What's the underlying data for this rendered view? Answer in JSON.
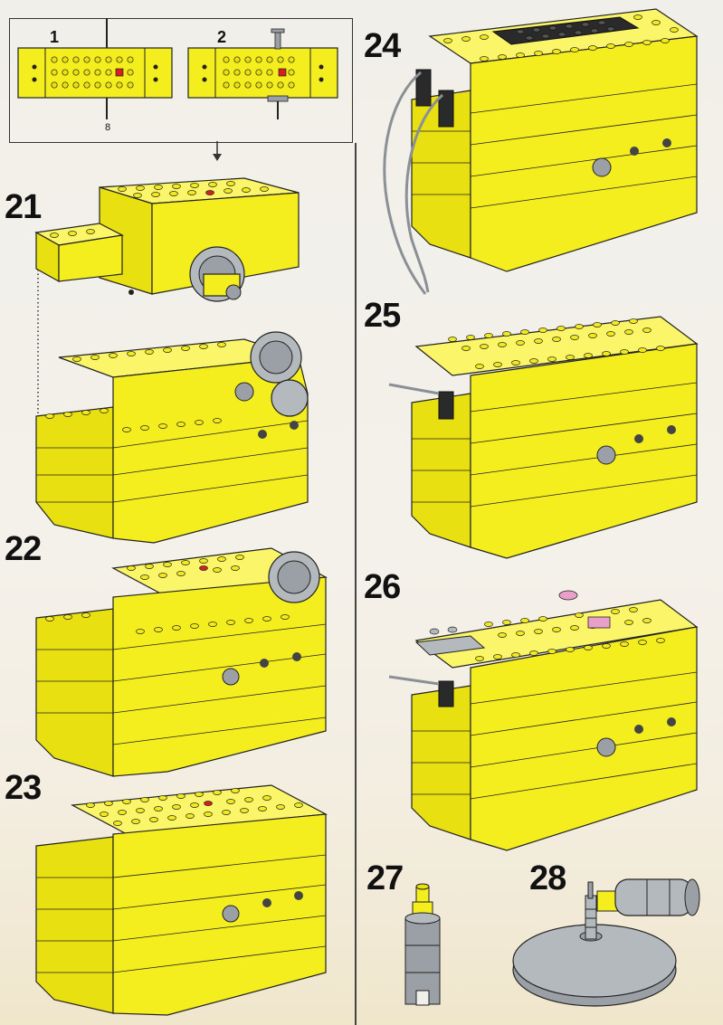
{
  "steps": {
    "s21": "21",
    "s22": "22",
    "s23": "23",
    "s24": "24",
    "s25": "25",
    "s26": "26",
    "s27": "27",
    "s28": "28"
  },
  "subpanel": {
    "label1": "1",
    "label2": "2",
    "axle_length": "8"
  },
  "colors": {
    "brick_yellow": "#f5ee1e",
    "brick_shadow": "#c9c20e",
    "outline": "#222222",
    "gear_gray": "#9aa0a6",
    "accent_red": "#d62020",
    "accent_pink": "#e9a0c8",
    "black_plate": "#2a2a2a"
  },
  "icons": [
    "brick-model",
    "gear-icon",
    "axle-icon",
    "cable-icon",
    "turntable-icon",
    "motor-icon"
  ]
}
